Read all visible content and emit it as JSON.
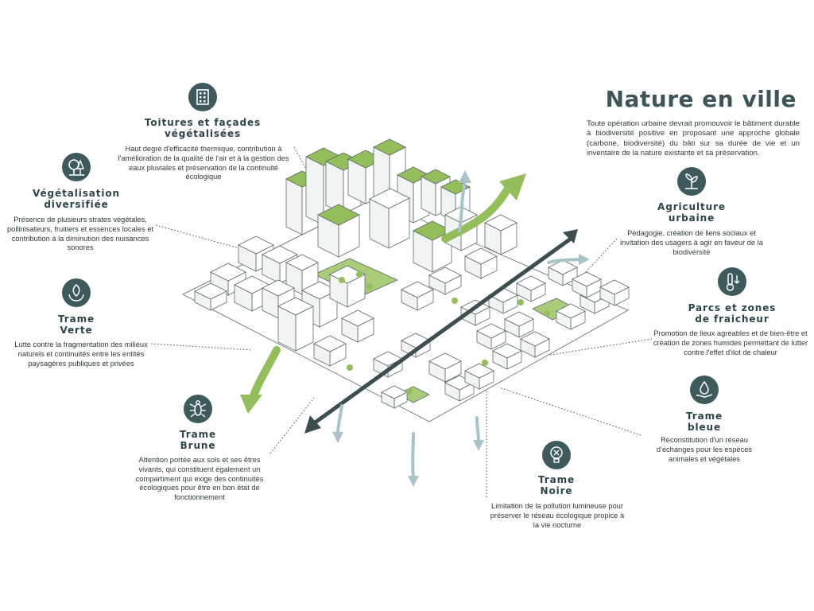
{
  "title": "Nature en ville",
  "intro": "Toute opération urbaine devrait promouvoir le bâtiment durable à biodiversité positive en proposant une approche globale (carbone, biodiversité) du bâti sur sa durée de vie et un inventaire de la nature existante et sa préservation.",
  "annotations": {
    "toitures": {
      "icon": "building-icon",
      "title_lines": [
        "Toitures et façades",
        "végétalisées"
      ],
      "text": "Haut degré d'efficacité thermique, contribution à l'amélioration de la qualité de l'air et à la gestion des eaux pluviales et préservation de la continuité écologique"
    },
    "vegetalisation": {
      "icon": "tree-icon",
      "title_lines": [
        "Végétalisation",
        "diversifiée"
      ],
      "text": "Présence de plusieurs strates végétales, pollinisateurs, fruitiers et essences locales et contribution à la diminution des nuisances sonores"
    },
    "trame_verte": {
      "icon": "hand-leaf-icon",
      "title_lines": [
        "Trame",
        "Verte"
      ],
      "text": "Lutte contre la fragmentation des milieux naturels et continuités entre les entités paysagères publiques et privées"
    },
    "trame_brune": {
      "icon": "insect-icon",
      "title_lines": [
        "Trame",
        "Brune"
      ],
      "text": "Attention portée aux sols et ses êtres vivants, qui constituent également un compartiment qui exige des continuités écologiques pour être en bon état de fonctionnement"
    },
    "trame_noire": {
      "icon": "lightbulb-off-icon",
      "title_lines": [
        "Trame",
        "Noire"
      ],
      "text": "Limitation de la pollution lumineuse pour préserver le réseau écologique propice à la vie nocturne"
    },
    "trame_bleue": {
      "icon": "water-hand-icon",
      "title_lines": [
        "Trame",
        "bleue"
      ],
      "text": "Reconstitution d'un réseau d'échanges pour les espèces animales et végétales"
    },
    "parcs": {
      "icon": "thermometer-icon",
      "title_lines": [
        "Parcs et zones",
        "de fraicheur"
      ],
      "text": "Promotion de lieux agréables et de bien-être et création de zones humides permettant de lutter contre l'effet d'ilot de chaleur"
    },
    "agriculture": {
      "icon": "sprout-icon",
      "title_lines": [
        "Agriculture",
        "urbaine"
      ],
      "text": "Pédagogie, création de liens sociaux et invitation des usagers à agir en faveur de la biodiversité"
    }
  },
  "colors": {
    "green": "#93be5b",
    "dark_teal": "#3f5a5d",
    "arrow_dark": "#3e4e4f",
    "arrow_light": "#a9c3c6",
    "outline": "#5d6b6c"
  }
}
